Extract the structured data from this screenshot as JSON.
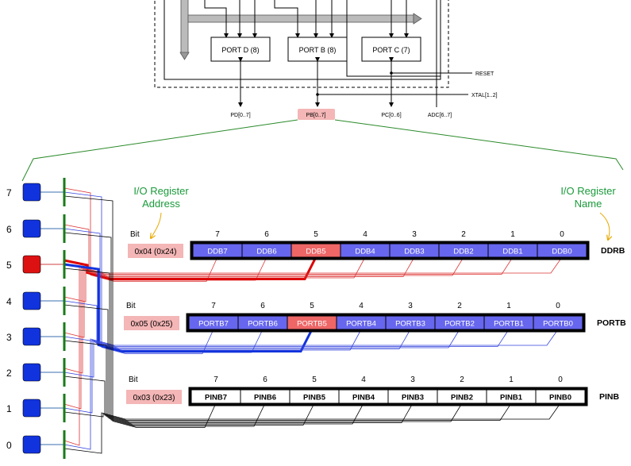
{
  "block": {
    "ports": [
      "PORT D (8)",
      "PORT B (8)",
      "PORT C (7)"
    ],
    "reset_label": "RESET",
    "xtal_label": "XTAL[1..2]",
    "pins": [
      "PD[0..7]",
      "PB[0..7]",
      "PC[0..6]",
      "ADC[6..7]"
    ]
  },
  "annotations": {
    "io_addr": [
      "I/O Register",
      "Address"
    ],
    "io_name": [
      "I/O Register",
      "Name"
    ]
  },
  "pin_numbers": [
    "7",
    "6",
    "5",
    "4",
    "3",
    "2",
    "1",
    "0"
  ],
  "bit_label": "Bit",
  "bit_numbers": [
    "7",
    "6",
    "5",
    "4",
    "3",
    "2",
    "1",
    "0"
  ],
  "registers": [
    {
      "name": "DDRB",
      "address": "0x04 (0x24)",
      "cells": [
        "DDB7",
        "DDB6",
        "DDB5",
        "DDB4",
        "DDB3",
        "DDB2",
        "DDB1",
        "DDB0"
      ],
      "fill": "#6666ee",
      "highlight_fill": "#ee6666",
      "highlight_index": 2
    },
    {
      "name": "PORTB",
      "address": "0x05 (0x25)",
      "cells": [
        "PORTB7",
        "PORTB6",
        "PORTB5",
        "PORTB4",
        "PORTB3",
        "PORTB2",
        "PORTB1",
        "PORTB0"
      ],
      "fill": "#6666ee",
      "highlight_fill": "#ee6666",
      "highlight_index": 2
    },
    {
      "name": "PINB",
      "address": "0x03 (0x23)",
      "cells": [
        "PINB7",
        "PINB6",
        "PINB5",
        "PINB4",
        "PINB3",
        "PINB2",
        "PINB1",
        "PINB0"
      ],
      "fill": "#ffffff",
      "highlight_fill": "#ffffff",
      "highlight_index": -1
    }
  ],
  "colors": {
    "annotation": "#1a9a3a",
    "address_bg": "#f4b6b6",
    "pin_blue": "#1133dd",
    "pin_red": "#dd1111",
    "wire_red": "#dd0000",
    "wire_blue": "#1133dd",
    "header_bar": "#1a7a1a"
  }
}
